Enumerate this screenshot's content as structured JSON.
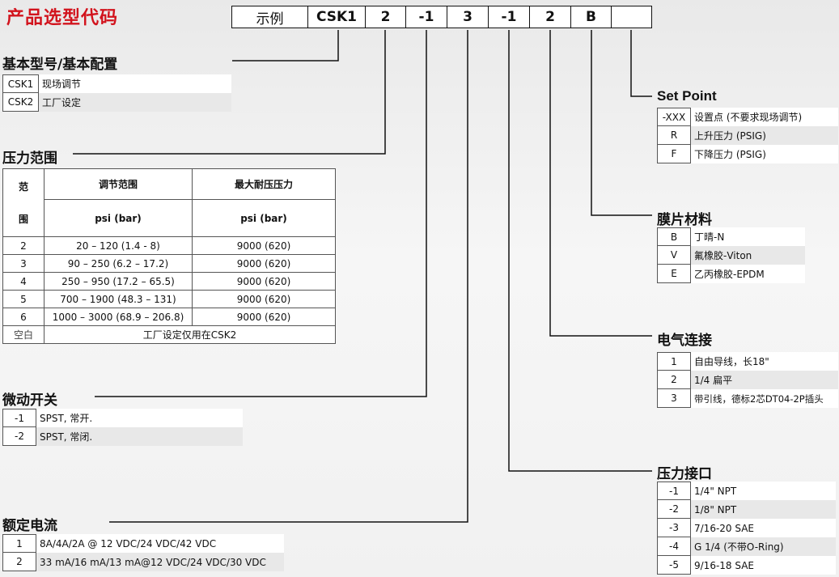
{
  "title": "产品选型代码",
  "code_row": [
    "示例",
    "CSK1",
    "2",
    "-1",
    "3",
    "-1",
    "2",
    "B",
    ""
  ],
  "base_model": {
    "title": "基本型号/基本配置",
    "options": [
      {
        "code": "CSK1",
        "desc": "现场调节"
      },
      {
        "code": "CSK2",
        "desc": "工厂设定"
      }
    ]
  },
  "pressure_range": {
    "title": "压力范围",
    "header": {
      "range_col": [
        "范",
        "围"
      ],
      "adjust_title": "调节范围",
      "max_title": "最大耐压压力",
      "unit": "psi (bar)"
    },
    "rows": [
      {
        "range": "2",
        "adjust": "20 – 120 (1.4 - 8)",
        "max": "9000 (620)"
      },
      {
        "range": "3",
        "adjust": "90 – 250 (6.2 – 17.2)",
        "max": "9000 (620)"
      },
      {
        "range": "4",
        "adjust": "250 – 950 (17.2 – 65.5)",
        "max": "9000 (620)"
      },
      {
        "range": "5",
        "adjust": "700 – 1900 (48.3 – 131)",
        "max": "9000 (620)"
      },
      {
        "range": "6",
        "adjust": "1000 – 3000 (68.9 – 206.8)",
        "max": "9000 (620)"
      }
    ],
    "blank_row": {
      "label": "空白",
      "note": "工厂设定仅用在CSK2"
    }
  },
  "micro_switch": {
    "title": "微动开关",
    "options": [
      {
        "code": "-1",
        "desc": "SPST, 常开."
      },
      {
        "code": "-2",
        "desc": "SPST, 常闭."
      }
    ]
  },
  "rated_current": {
    "title": "额定电流",
    "options": [
      {
        "code": "1",
        "desc": "8A/4A/2A @ 12 VDC/24 VDC/42 VDC"
      },
      {
        "code": "2",
        "desc": "33 mA/16 mA/13 mA@12 VDC/24 VDC/30 VDC"
      }
    ]
  },
  "set_point": {
    "title": "Set Point",
    "options": [
      {
        "code": "-XXX",
        "desc": "设置点 (不要求现场调节)"
      },
      {
        "code": "R",
        "desc": "上升压力 (PSIG)"
      },
      {
        "code": "F",
        "desc": "下降压力 (PSIG)"
      }
    ]
  },
  "diaphragm": {
    "title": "膜片材料",
    "options": [
      {
        "code": "B",
        "desc": "丁晴-N"
      },
      {
        "code": "V",
        "desc": "氟橡胶-Viton"
      },
      {
        "code": "E",
        "desc": "乙丙橡胶-EPDM"
      }
    ]
  },
  "electrical": {
    "title": "电气连接",
    "options": [
      {
        "code": "1",
        "desc": "自由导线，长18\""
      },
      {
        "code": "2",
        "desc": "1/4 扁平"
      },
      {
        "code": "3",
        "desc": "带引线，德标2芯DT04-2P插头"
      }
    ]
  },
  "port": {
    "title": "压力接口",
    "options": [
      {
        "code": "-1",
        "desc": "1/4\" NPT"
      },
      {
        "code": "-2",
        "desc": "1/8\" NPT"
      },
      {
        "code": "-3",
        "desc": "7/16-20 SAE"
      },
      {
        "code": "-4",
        "desc": "G 1/4 (不带O-Ring)"
      },
      {
        "code": "-5",
        "desc": "9/16-18 SAE"
      }
    ]
  }
}
